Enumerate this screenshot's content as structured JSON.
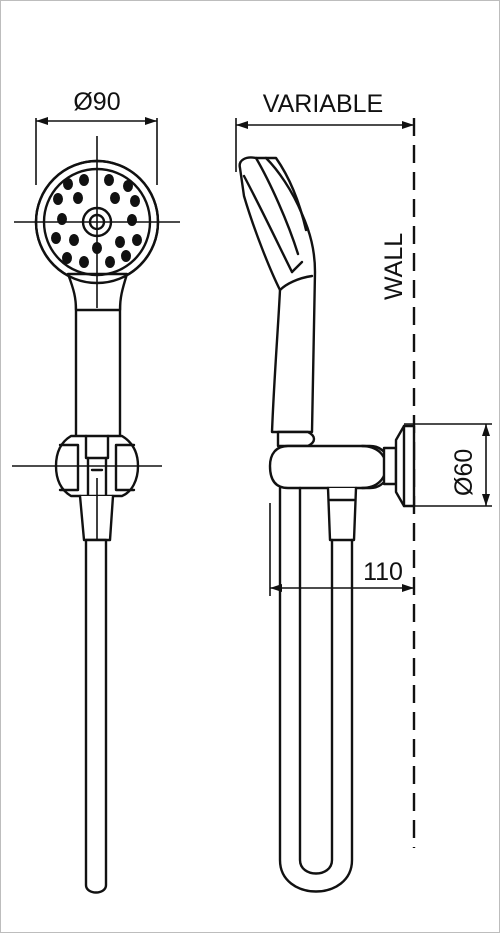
{
  "dimensions": {
    "head_diameter": "Ø90",
    "variable": "VARIABLE",
    "wall": "WALL",
    "flange_diameter": "Ø60",
    "projection": "110"
  },
  "colors": {
    "line": "#111111",
    "background": "#ffffff",
    "border": "#bdbdbd"
  }
}
